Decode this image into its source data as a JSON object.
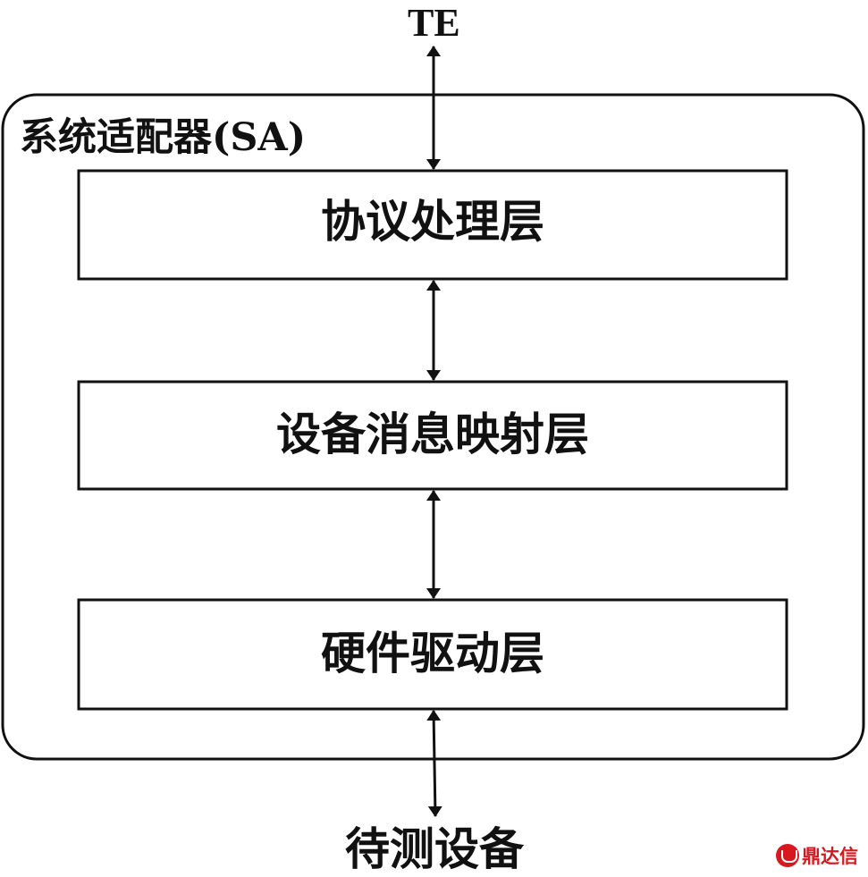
{
  "external_top": {
    "label": "TE"
  },
  "system_adapter": {
    "label": "系统适配器(SA)"
  },
  "layers": [
    {
      "label": "协议处理层"
    },
    {
      "label": "设备消息映射层"
    },
    {
      "label": "硬件驱动层"
    }
  ],
  "external_bottom": {
    "label": "待测设备"
  },
  "watermark": {
    "text": "鼎达信"
  },
  "colors": {
    "stroke": "#111111",
    "background": "#ffffff",
    "watermark": "#d7181f"
  }
}
